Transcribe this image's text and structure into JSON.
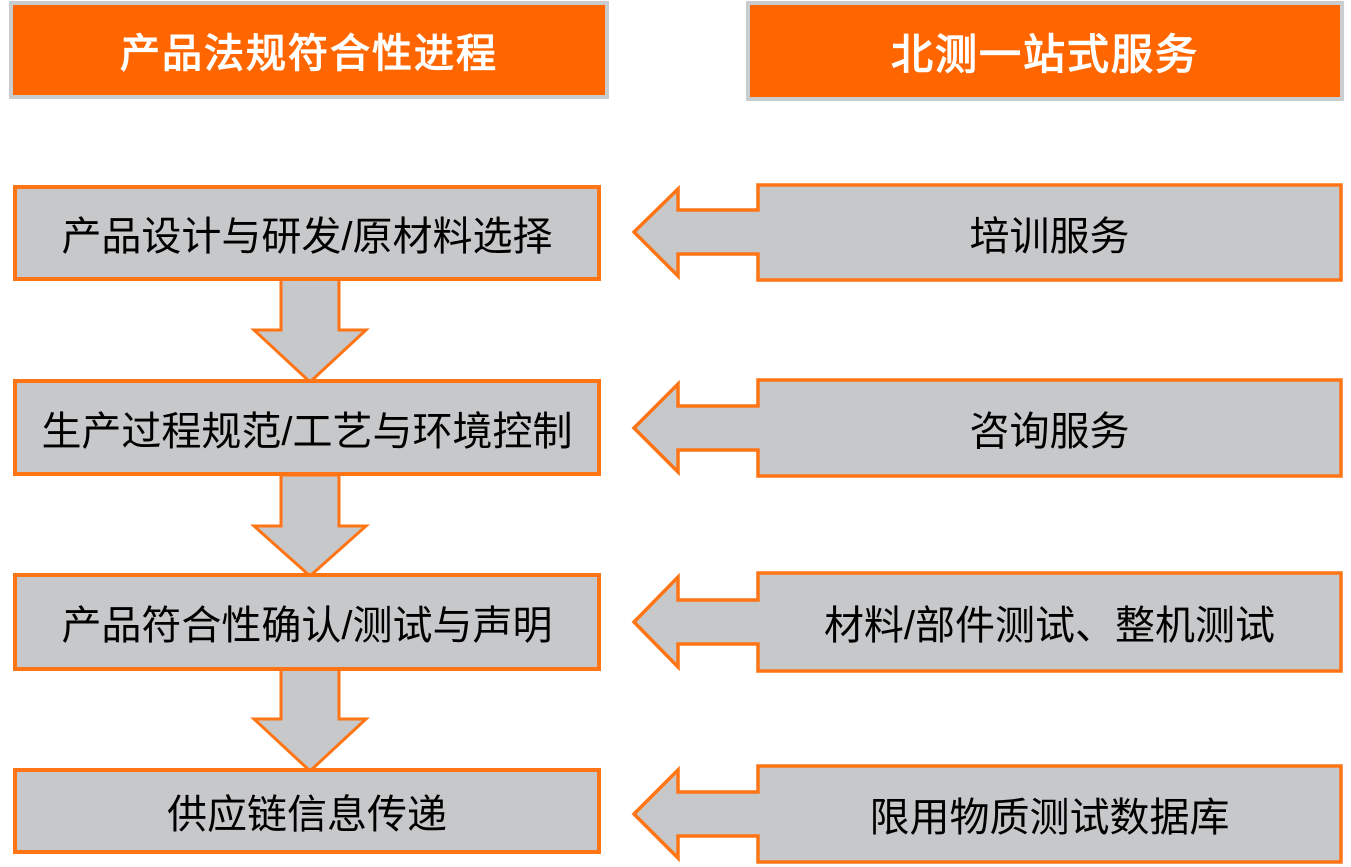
{
  "diagram": {
    "left_column_header": "产品法规符合性进程",
    "right_column_header": "北测一站式服务",
    "process_steps": [
      {
        "label": "产品设计与研发/原材料选择"
      },
      {
        "label": "生产过程规范/工艺与环境控制"
      },
      {
        "label": "产品符合性确认/测试与声明"
      },
      {
        "label": "供应链信息传递"
      }
    ],
    "services": [
      {
        "label": "培训服务"
      },
      {
        "label": "咨询服务"
      },
      {
        "label": "材料/部件测试、整机测试"
      },
      {
        "label": "限用物质测试数据库"
      }
    ]
  },
  "colors": {
    "header_fill_orange": "#FF6600",
    "shape_border_orange": "#FF7414",
    "shape_fill_gray": "#C7C8CA",
    "header_border_gray": "#C9CDD0",
    "header_text": "#FFFFFF",
    "body_text": "#000000",
    "background": "#FFFFFF"
  }
}
